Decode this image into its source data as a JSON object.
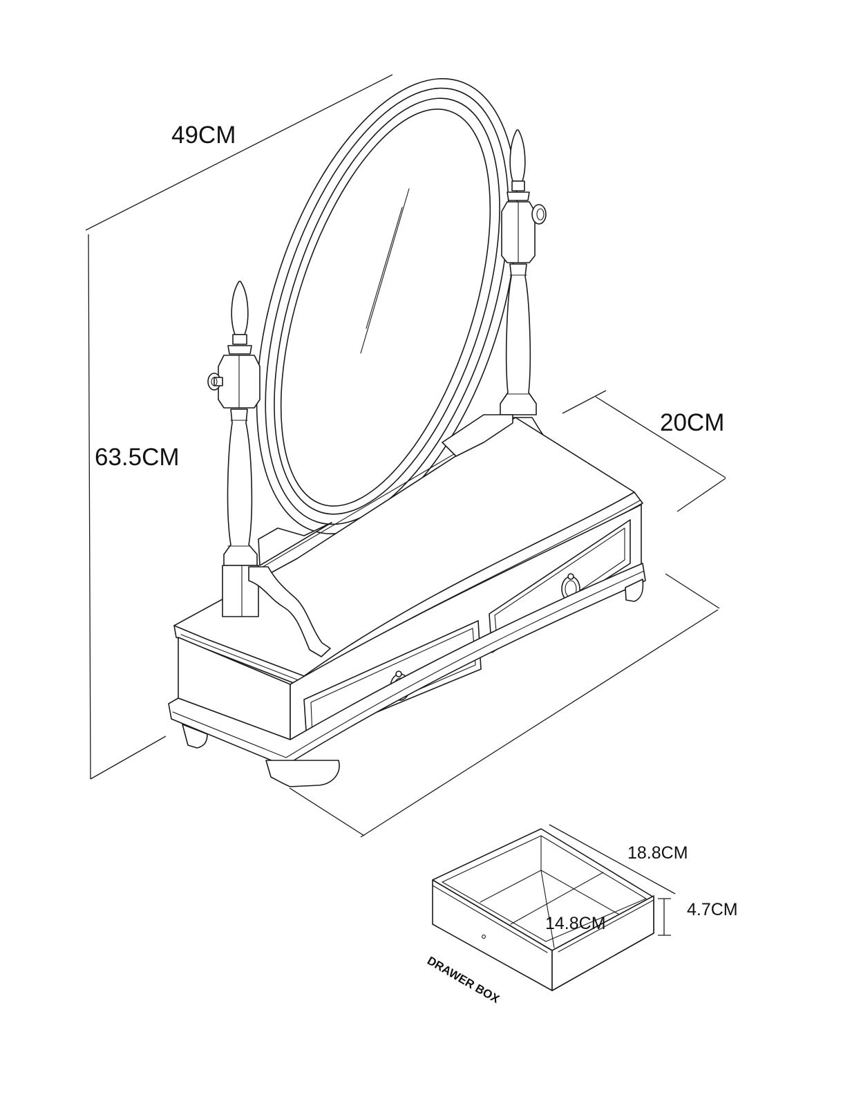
{
  "dimensions": {
    "width": "49CM",
    "height": "63.5CM",
    "depth": "20CM"
  },
  "drawer_box": {
    "label": "DRAWER BOX",
    "depth": "18.8CM",
    "height": "4.7CM",
    "width": "14.8CM"
  }
}
